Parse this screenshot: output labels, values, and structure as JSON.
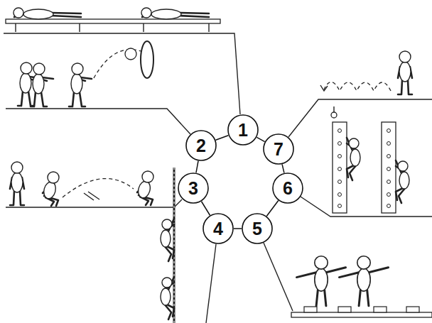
{
  "diagram": {
    "nodes": [
      {
        "text": [
          "1"
        ]
      },
      {
        "text": [
          "2"
        ]
      },
      {
        "text": [
          "3"
        ]
      },
      {
        "text": [
          "4"
        ]
      },
      {
        "text": [
          "5"
        ]
      },
      {
        "text": [
          "6"
        ]
      },
      {
        "text": [
          "7"
        ]
      }
    ],
    "edges": [
      {
        "from": 0,
        "to": 1,
        "arrow": "none"
      },
      {
        "from": 1,
        "to": 2,
        "arrow": "none"
      },
      {
        "from": 2,
        "to": 3,
        "arrow": "none"
      },
      {
        "from": 3,
        "to": 4,
        "arrow": "none"
      },
      {
        "from": 4,
        "to": 5,
        "arrow": "none"
      },
      {
        "from": 5,
        "to": 6,
        "arrow": "none"
      },
      {
        "from": 6,
        "to": 0,
        "arrow": "none"
      }
    ]
  }
}
